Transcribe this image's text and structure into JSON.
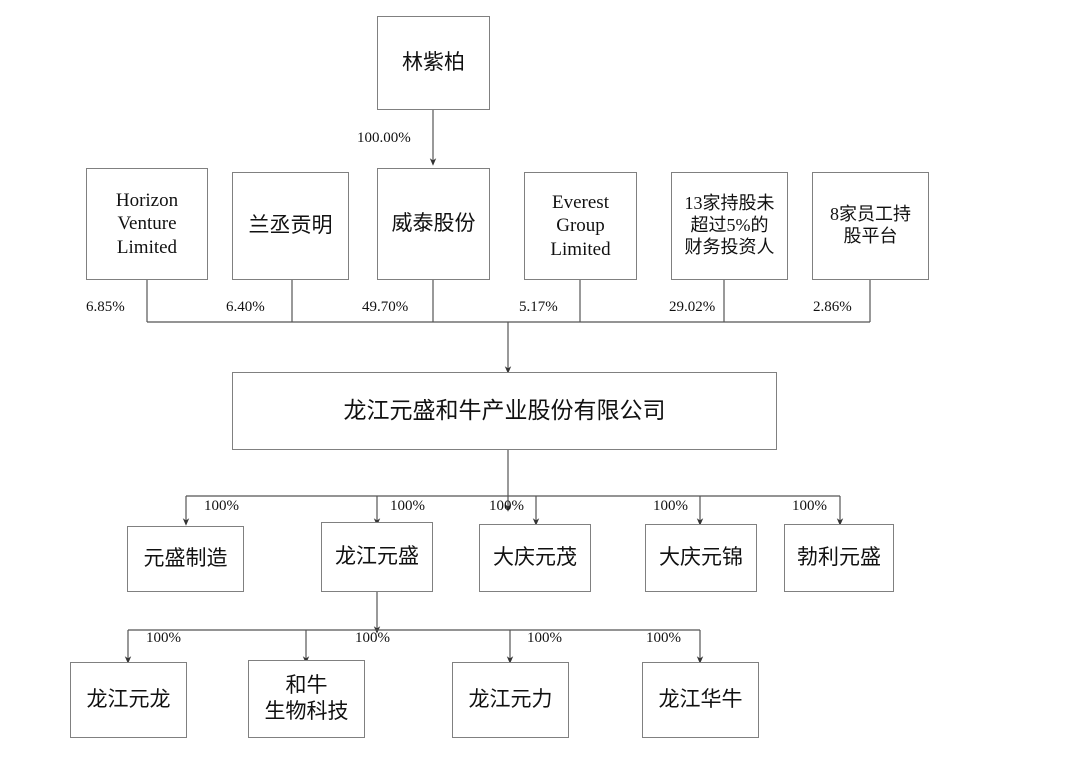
{
  "diagram": {
    "type": "ownership-structure-chart",
    "title": "",
    "colors": {
      "box_border": "#808080",
      "line": "#4d4d4d",
      "background": "#ffffff",
      "text": "#111111"
    },
    "levels": {
      "controller": [
        {
          "id": "linzibai",
          "label": "林紫柏"
        }
      ],
      "shareholders": [
        {
          "id": "horizon",
          "label": "Horizon\nVenture\nLimited",
          "stake": "6.85%"
        },
        {
          "id": "lanchenggongming",
          "label": "兰丞贡明",
          "stake": "6.40%"
        },
        {
          "id": "weitai",
          "label": "威泰股份",
          "stake": "49.70%"
        },
        {
          "id": "everest",
          "label": "Everest\nGroup\nLimited",
          "stake": "5.17%"
        },
        {
          "id": "investors13",
          "label": "13家持股未\n超过5%的\n财务投资人",
          "stake": "29.02%"
        },
        {
          "id": "platforms8",
          "label": "8家员工持\n股平台",
          "stake": "2.86%"
        }
      ],
      "company": [
        {
          "id": "longjiang-yuansheng-wagyu",
          "label": "龙江元盛和牛产业股份有限公司"
        }
      ],
      "subsidiaries": [
        {
          "id": "yuansheng-zhizao",
          "label": "元盛制造",
          "stake": "100%"
        },
        {
          "id": "longjiang-yuansheng",
          "label": "龙江元盛",
          "stake": "100%"
        },
        {
          "id": "daqing-yuanmao",
          "label": "大庆元茂",
          "stake": "100%"
        },
        {
          "id": "daqing-yuanjin",
          "label": "大庆元锦",
          "stake": "100%"
        },
        {
          "id": "boli-yuansheng",
          "label": "勃利元盛",
          "stake": "100%"
        }
      ],
      "sub_subsidiaries": [
        {
          "id": "longjiang-yuanlong",
          "label": "龙江元龙",
          "stake": "100%"
        },
        {
          "id": "hewu-biotech",
          "label": "和牛\n生物科技",
          "stake": "100%"
        },
        {
          "id": "longjiang-yuanli",
          "label": "龙江元力",
          "stake": "100%"
        },
        {
          "id": "longjiang-huaniu",
          "label": "龙江华牛",
          "stake": "100%"
        }
      ]
    },
    "edges": {
      "controller_to_weitai": "100.00%"
    }
  }
}
